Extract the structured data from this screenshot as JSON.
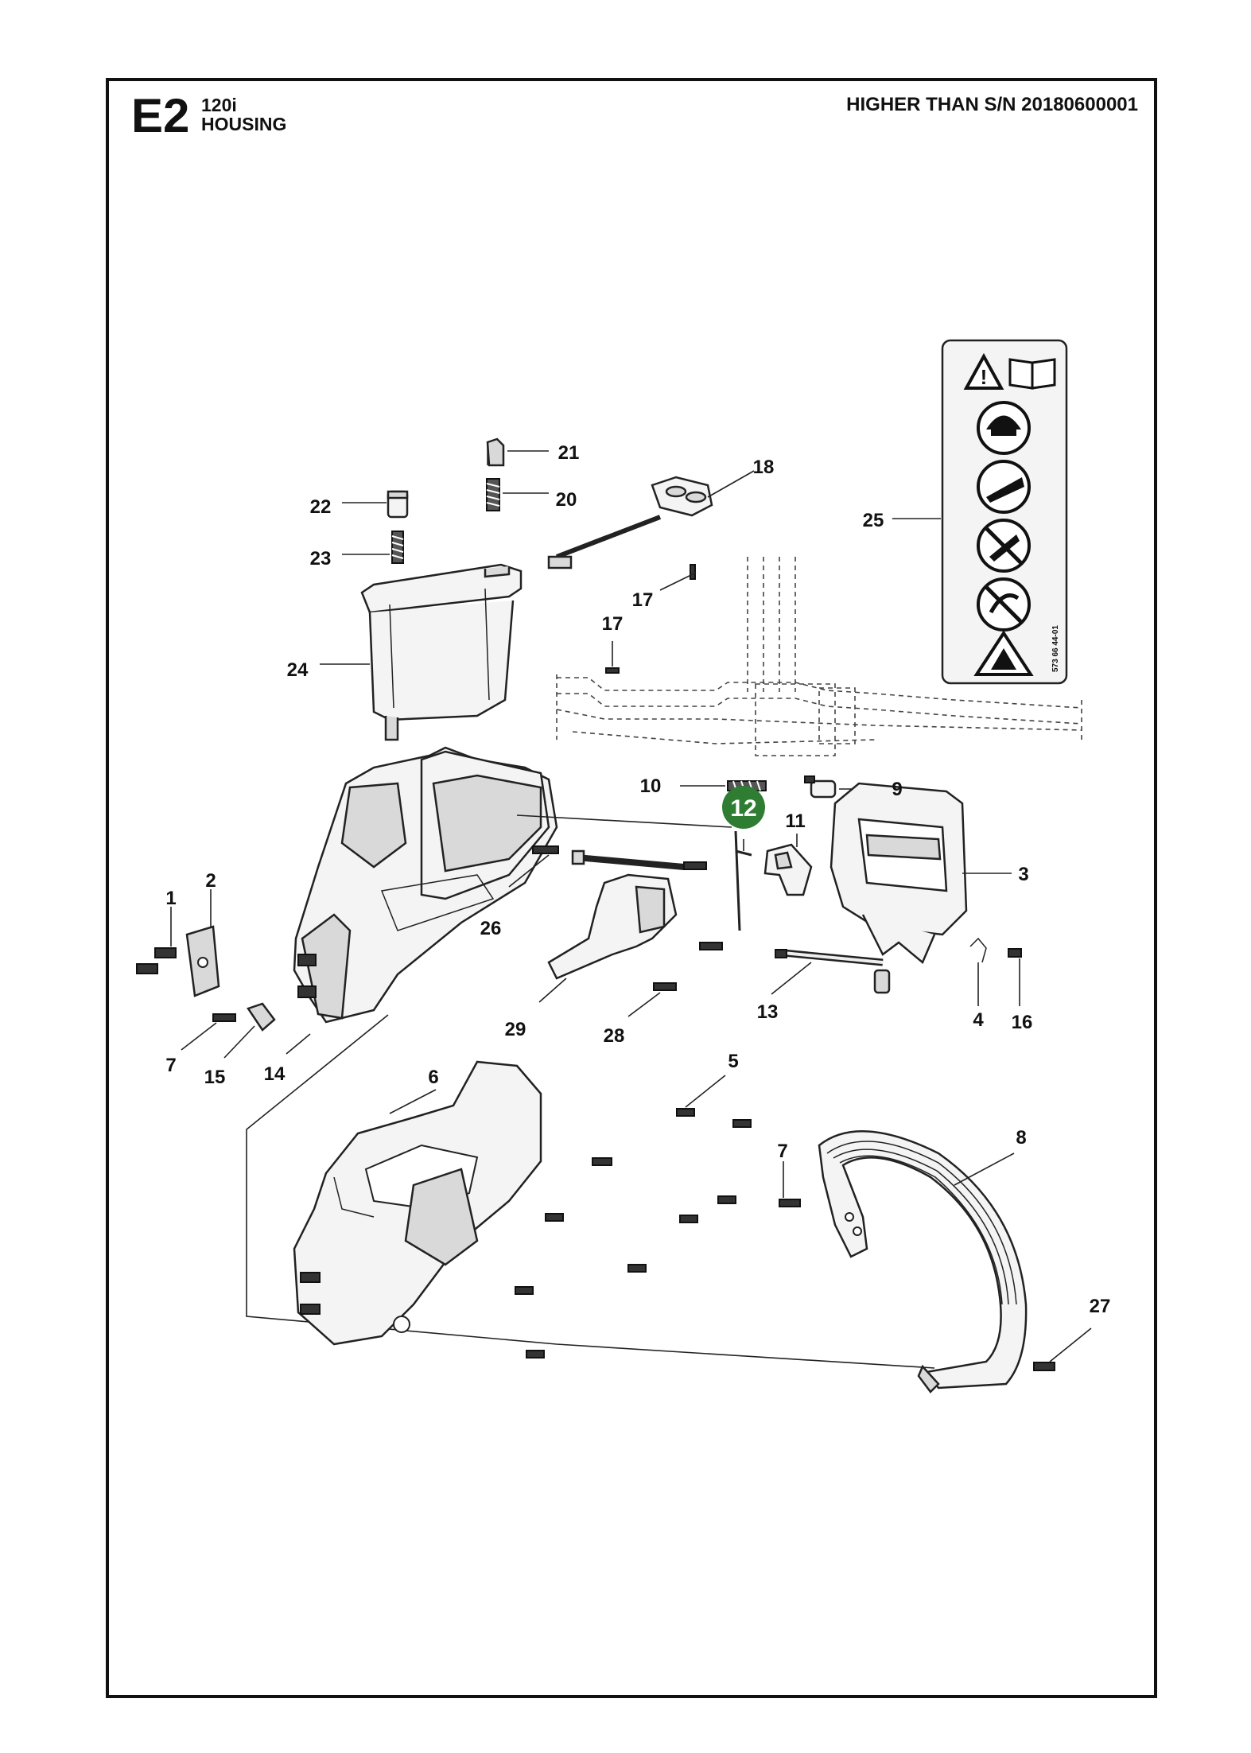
{
  "header": {
    "section_code": "E2",
    "model": "120i",
    "section_name": "HOUSING",
    "serial_note": "HIGHER THAN S/N 20180600001"
  },
  "callouts": {
    "c1": "1",
    "c2": "2",
    "c3": "3",
    "c4": "4",
    "c5": "5",
    "c6": "6",
    "c7a": "7",
    "c7b": "7",
    "c8": "8",
    "c9": "9",
    "c10": "10",
    "c11": "11",
    "c12": "12",
    "c13": "13",
    "c14": "14",
    "c15": "15",
    "c16": "16",
    "c17a": "17",
    "c17b": "17",
    "c18": "18",
    "c20": "20",
    "c21": "21",
    "c22": "22",
    "c23": "23",
    "c24": "24",
    "c25": "25",
    "c26": "26",
    "c27": "27",
    "c28": "28",
    "c29": "29"
  },
  "decal": {
    "part_number": "573 66 44-01",
    "icons": [
      "warning-icon",
      "manual-icon",
      "protective-gear-icon",
      "kickback-icon",
      "no-one-hand-icon",
      "no-tip-contact-icon",
      "kickback-zone-icon"
    ]
  },
  "colors": {
    "highlight_badge": "#2e7d32"
  }
}
